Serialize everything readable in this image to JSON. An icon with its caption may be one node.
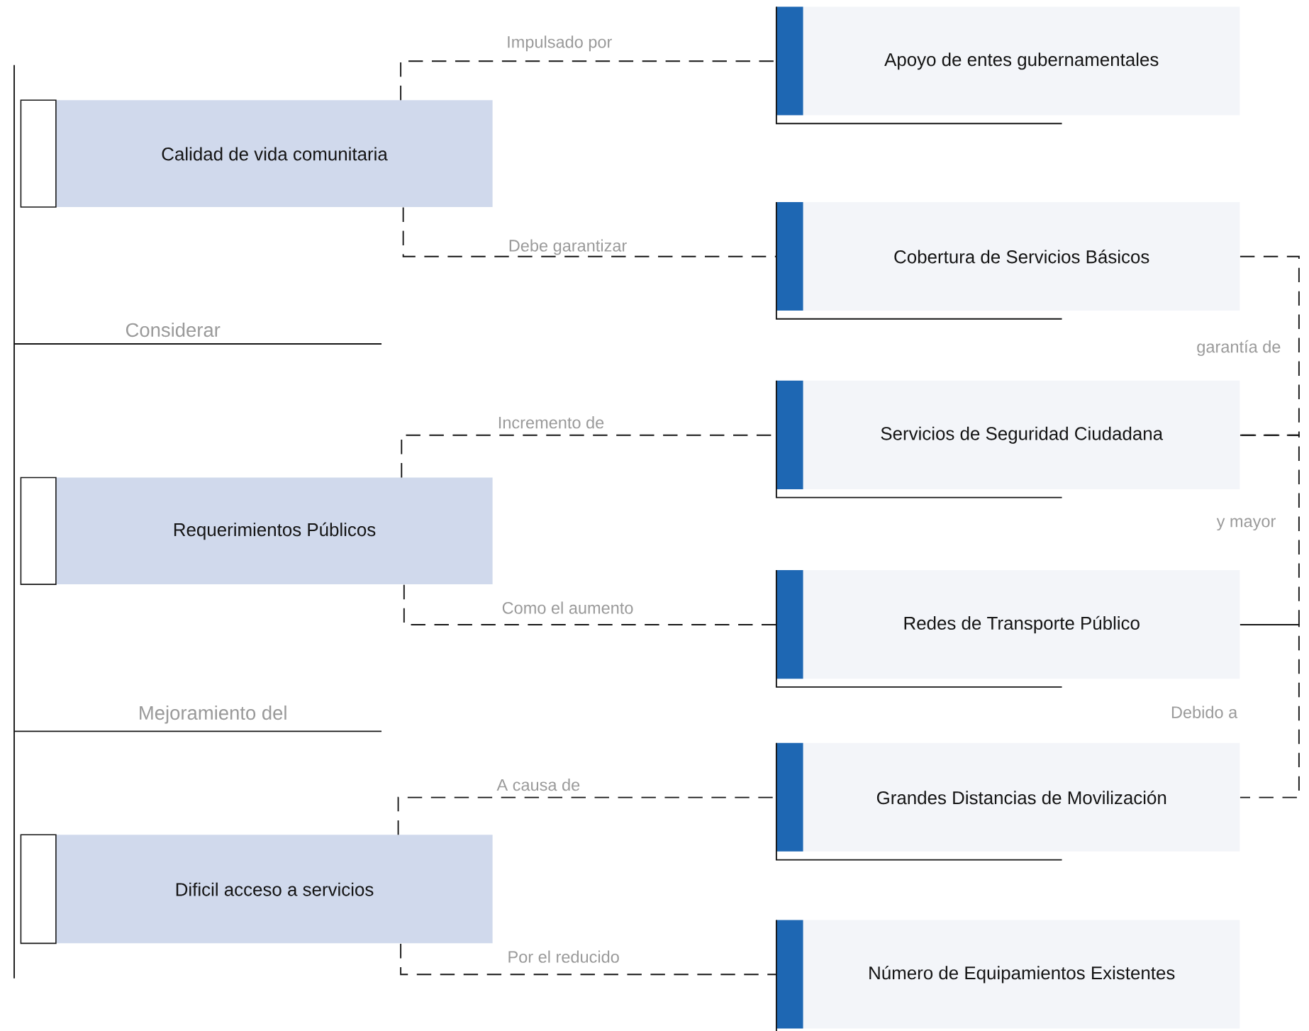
{
  "diagram": {
    "nodes": [
      {
        "text": [
          "Calidad de vida comunitaria"
        ]
      },
      {
        "text": [
          "Requerimientos Públicos"
        ]
      },
      {
        "text": [
          "Dificil acceso a servicios"
        ]
      },
      {
        "text": [
          "Apoyo de entes gubernamentales"
        ]
      },
      {
        "text": [
          "Cobertura de Servicios Básicos"
        ]
      },
      {
        "text": [
          "Servicios de Seguridad Ciudadana"
        ]
      },
      {
        "text": [
          "Redes de Transporte Público"
        ]
      },
      {
        "text": [
          "Grandes Distancias de Movilización"
        ]
      },
      {
        "text": [
          "Número de Equipamientos Existentes"
        ]
      }
    ],
    "edges": [
      {
        "from": 0,
        "to": 3,
        "arrow": "none",
        "label": "Impulsado por",
        "style": "dashed"
      },
      {
        "from": 0,
        "to": 4,
        "arrow": "none",
        "label": "Debe garantizar",
        "style": "dashed"
      },
      {
        "from": 1,
        "to": 5,
        "arrow": "none",
        "label": "Incremento de",
        "style": "dashed"
      },
      {
        "from": 1,
        "to": 6,
        "arrow": "none",
        "label": "Como el aumento",
        "style": "dashed"
      },
      {
        "from": 2,
        "to": 7,
        "arrow": "none",
        "label": "A causa de",
        "style": "dashed"
      },
      {
        "from": 2,
        "to": 8,
        "arrow": "none",
        "label": "Por el reducido",
        "style": "dashed"
      },
      {
        "from": 4,
        "to": 5,
        "arrow": "none",
        "label": "garantía de",
        "style": "dashed"
      },
      {
        "from": 5,
        "to": 6,
        "arrow": "none",
        "label": "y mayor",
        "style": "dashed"
      },
      {
        "from": 6,
        "to": 7,
        "arrow": "none",
        "label": "Debido a",
        "style": "dashed"
      }
    ],
    "labels": [
      "Considerar",
      "Mejoramiento del"
    ]
  }
}
